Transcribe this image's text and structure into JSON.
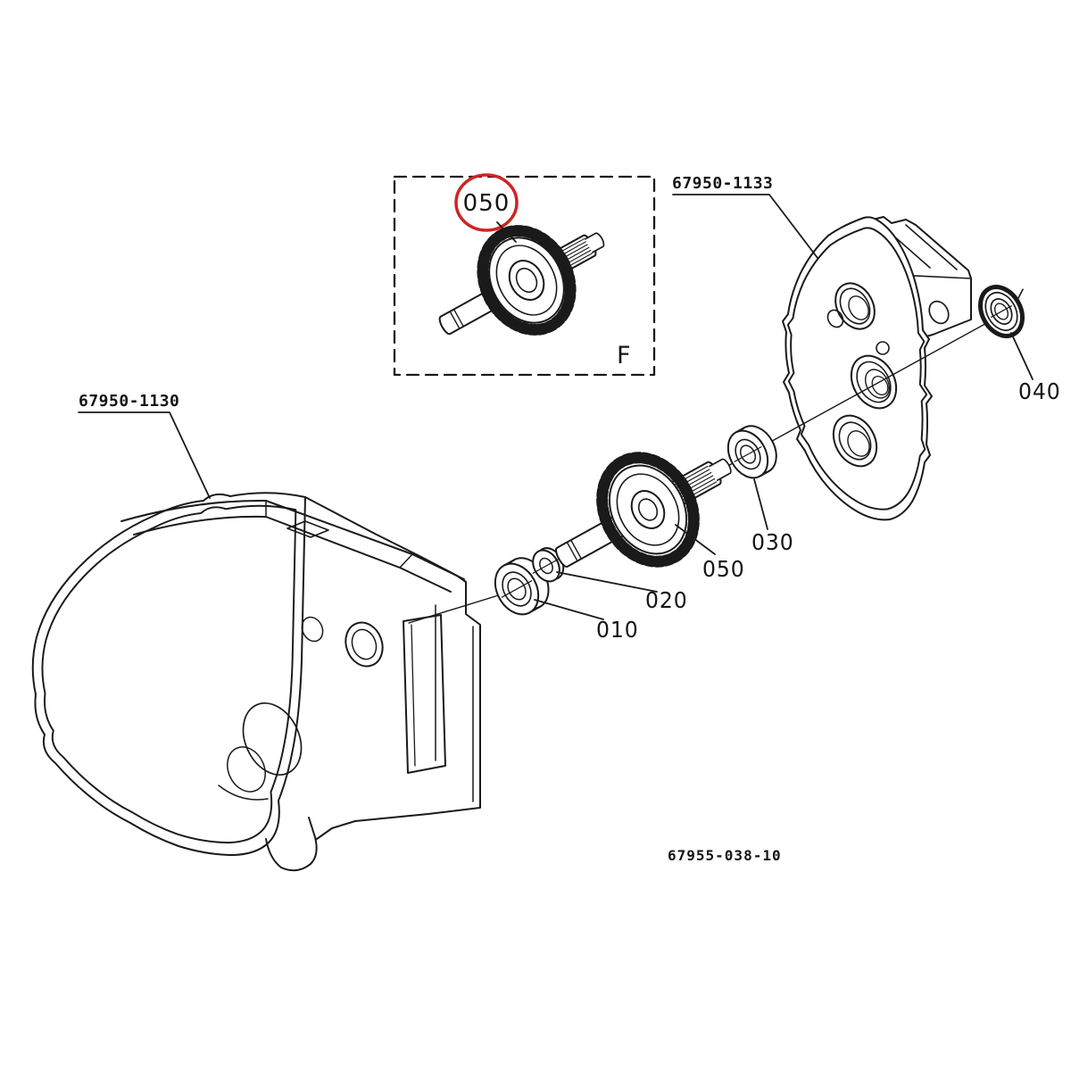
{
  "figure": {
    "drawing_number": "67955-038-10",
    "inset": {
      "callout": "050",
      "figure_letter": "F"
    },
    "parts": {
      "left_housing_label": "67950-1130",
      "right_housing_label": "67950-1133"
    },
    "callouts": {
      "bearing_front": "010",
      "washer": "020",
      "bearing_rear": "030",
      "oil_seal": "040",
      "gear_shaft": "050"
    },
    "colors": {
      "line": "#1a1a1a",
      "highlight": "#cf2424",
      "background": "#ffffff"
    }
  }
}
